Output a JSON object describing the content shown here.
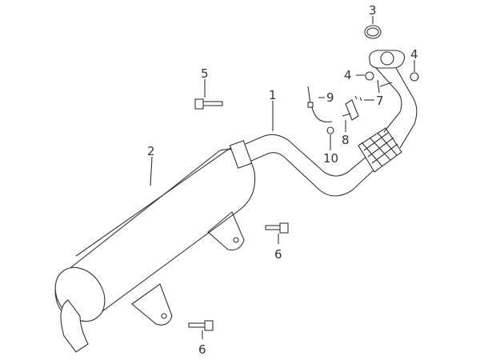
{
  "diagram": {
    "title": "Exhaust system exploded view",
    "callouts": [
      {
        "id": "1",
        "part": "exhaust-pipe"
      },
      {
        "id": "2",
        "part": "muffler"
      },
      {
        "id": "3",
        "part": "gasket"
      },
      {
        "id": "4",
        "part": "nut-left"
      },
      {
        "id": "4",
        "part": "nut-right"
      },
      {
        "id": "5",
        "part": "bolt-upper"
      },
      {
        "id": "6",
        "part": "bolt-middle"
      },
      {
        "id": "6",
        "part": "bolt-lower"
      },
      {
        "id": "7",
        "part": "screw"
      },
      {
        "id": "8",
        "part": "bracket"
      },
      {
        "id": "9",
        "part": "oxygen-sensor"
      },
      {
        "id": "10",
        "part": "clip"
      }
    ]
  }
}
